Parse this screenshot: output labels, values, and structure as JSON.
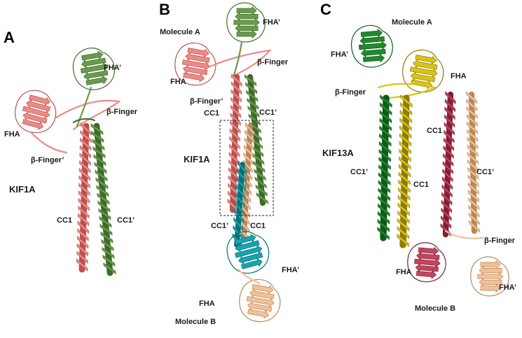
{
  "panels": [
    {
      "letter": "A",
      "labels": {
        "fha_prime": "FHA’",
        "beta_finger": "β-Finger",
        "fha": "FHA",
        "beta_finger_prime": "β-Finger’",
        "protein": "KIF1A",
        "cc1": "CC1",
        "cc1_prime": "CC1’"
      }
    },
    {
      "letter": "B",
      "labels": {
        "molecule_a": "Molecule A",
        "fha_prime_top": "FHA’",
        "beta_finger": "β-Finger",
        "fha_top": "FHA",
        "beta_finger_prime": "β-Finger’",
        "cc1_top": "CC1",
        "cc1_prime_top": "CC1’",
        "protein": "KIF1A",
        "cc1_prime_bottom": "CC1’",
        "cc1_bottom": "CC1",
        "fha_prime_bottom": "FHA’",
        "fha_bottom": "FHA",
        "molecule_b": "Molecule B"
      }
    },
    {
      "letter": "C",
      "labels": {
        "molecule_a": "Molecule A",
        "fha_prime": "FHA’",
        "fha": "FHA",
        "beta_finger_top": "β-Finger",
        "protein": "KIF13A",
        "cc1_left": "CC1",
        "cc1_prime_left": "CC1’",
        "cc1_yellow": "CC1",
        "cc1_prime_right": "CC1’",
        "beta_finger_bottom": "β-Finger",
        "fha_bottom": "FHA",
        "fha_prime_bottom": "FHA’",
        "molecule_b": "Molecule B"
      }
    }
  ],
  "colors": {
    "salmon": "#ec8a86",
    "salmon_dark": "#b9514f",
    "green": "#6a9a4c",
    "green_dark": "#3f6b2a",
    "peach": "#f1c196",
    "peach_dark": "#b9875c",
    "teal": "#17a4ad",
    "teal_dark": "#0b6e75",
    "dark_green": "#1f8a2c",
    "dark_green_shade": "#0f5a18",
    "yellow": "#dcc214",
    "yellow_dark": "#8f7c06",
    "crimson": "#c2445f",
    "crimson_dark": "#7e1f35"
  }
}
